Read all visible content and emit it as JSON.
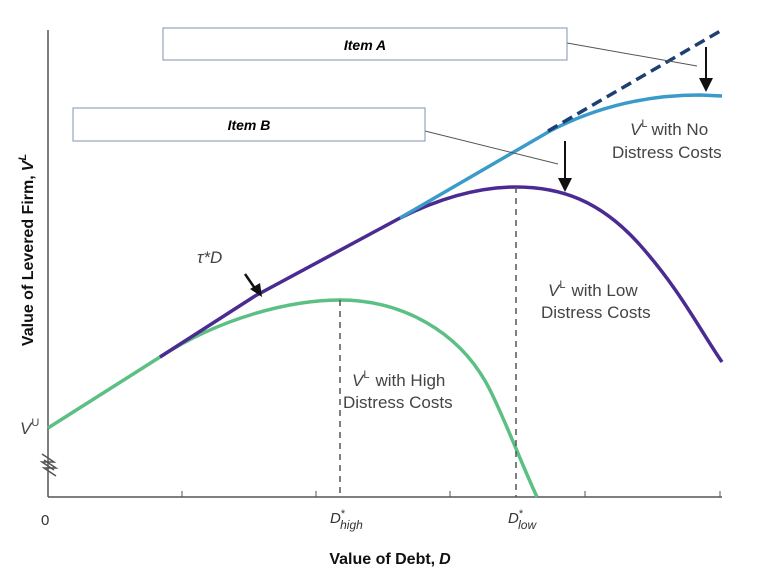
{
  "chart_data": {
    "type": "line",
    "xlabel": "Value of Debt,",
    "xlabel_var": "D",
    "ylabel": "Value of Levered Firm,",
    "ylabel_var": "V",
    "ylabel_sup": "L",
    "x_ticks": [
      {
        "base": "0",
        "sub": "",
        "x": 0
      },
      {
        "base": "D",
        "star": "*",
        "sub": "high",
        "x": 0.45
      },
      {
        "base": "D",
        "star": "*",
        "sub": "low",
        "x": 0.75
      }
    ],
    "vu_label": {
      "base": "V",
      "sup": "U"
    },
    "tau_label": "τ*D",
    "series": [
      {
        "name_lines": [
          "with No",
          "Distress Costs"
        ],
        "name_prefix": "V",
        "name_sup": "L",
        "color": "#3a9ac9"
      },
      {
        "name_lines": [
          "with Low",
          "Distress Costs"
        ],
        "name_prefix": "V",
        "name_sup": "L",
        "color": "#4b2a91"
      },
      {
        "name_lines": [
          "with High",
          "Distress Costs"
        ],
        "name_prefix": "V",
        "name_sup": "L",
        "color": "#5cbf83"
      }
    ],
    "dashed_line_color": "#1e3f73",
    "items": [
      {
        "label": "Item A"
      },
      {
        "label": "Item B"
      }
    ]
  }
}
